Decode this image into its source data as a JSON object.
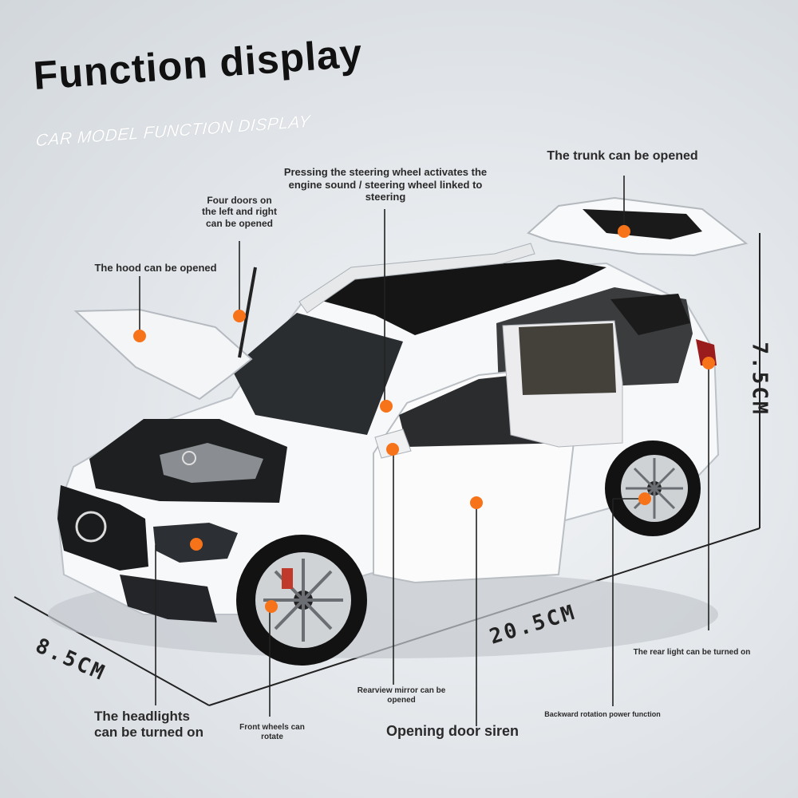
{
  "header": {
    "title": "Function display",
    "subtitle": "CAR MODEL FUNCTION DISPLAY"
  },
  "callouts": {
    "trunk": "The trunk can be opened",
    "steering": "Pressing the steering wheel activates the engine sound / steering wheel linked to steering",
    "doors": "Four doors on the left and right can be opened",
    "hood": "The hood can be opened",
    "headlights": "The headlights can be turned on",
    "front_wheels": "Front wheels can rotate",
    "door_siren": "Opening door siren",
    "mirror": "Rearview mirror can be opened",
    "backward": "Backward rotation power function",
    "rear_light": "The rear light can be turned on"
  },
  "dimensions": {
    "height": "7.5CM",
    "length": "20.5CM",
    "width": "8.5CM"
  },
  "colors": {
    "marker": "#f7731a",
    "leader_line": "#222222"
  }
}
